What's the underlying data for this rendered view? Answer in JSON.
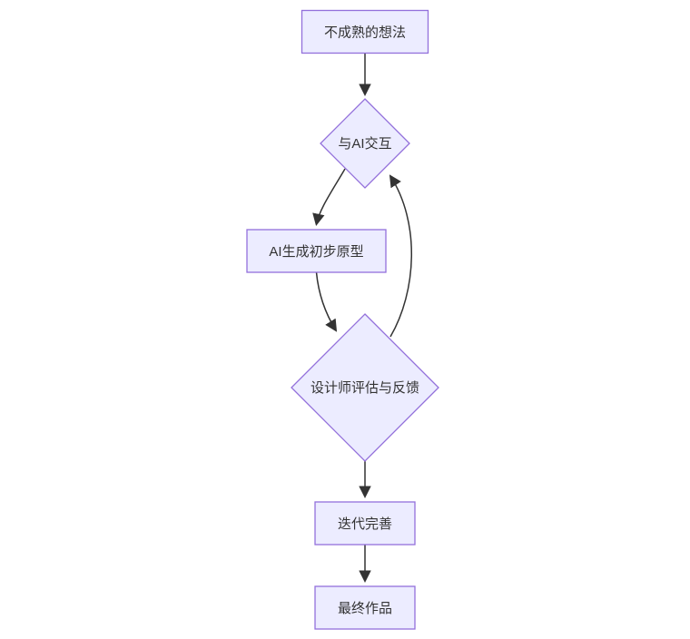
{
  "diagram": {
    "type": "flowchart",
    "direction": "top-down",
    "colors": {
      "node_fill": "#ececff",
      "node_border": "#9370db",
      "edge_color": "#333333",
      "text_color": "#333333",
      "background": "#ffffff"
    },
    "nodes": [
      {
        "id": "immature-idea",
        "shape": "rectangle",
        "label": "不成熟的想法"
      },
      {
        "id": "ai-interaction",
        "shape": "diamond",
        "label": "与AI交互"
      },
      {
        "id": "ai-prototype",
        "shape": "rectangle",
        "label": "AI生成初步原型"
      },
      {
        "id": "designer-evaluation",
        "shape": "diamond",
        "label": "设计师评估与反馈"
      },
      {
        "id": "iteration",
        "shape": "rectangle",
        "label": "迭代完善"
      },
      {
        "id": "final-work",
        "shape": "rectangle",
        "label": "最终作品"
      }
    ],
    "edges": [
      {
        "from": "immature-idea",
        "to": "ai-interaction"
      },
      {
        "from": "ai-interaction",
        "to": "ai-prototype"
      },
      {
        "from": "ai-prototype",
        "to": "designer-evaluation"
      },
      {
        "from": "designer-evaluation",
        "to": "ai-interaction"
      },
      {
        "from": "designer-evaluation",
        "to": "iteration"
      },
      {
        "from": "iteration",
        "to": "final-work"
      }
    ]
  }
}
